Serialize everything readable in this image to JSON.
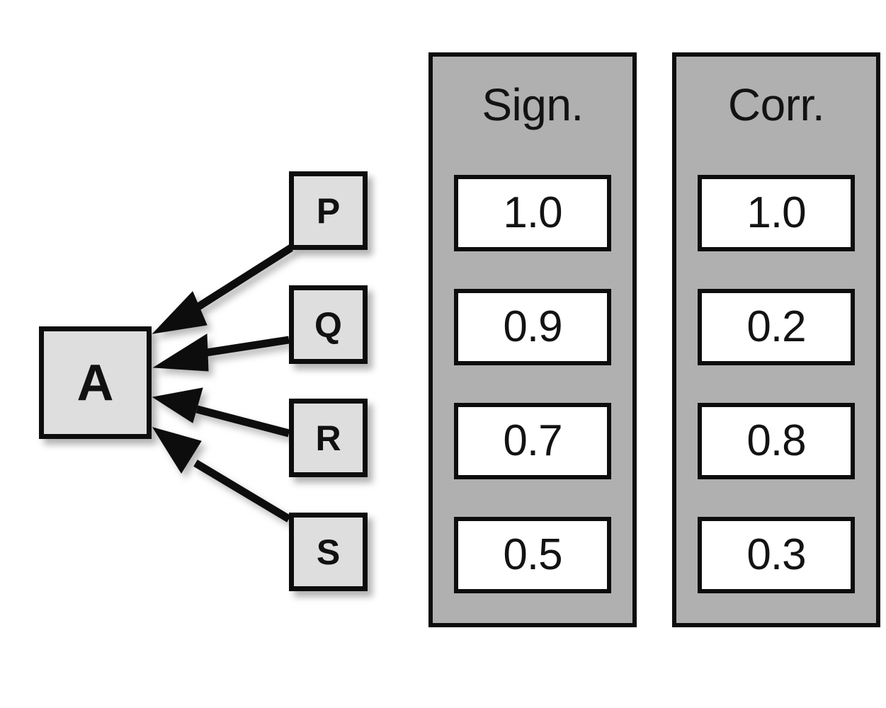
{
  "diagram": {
    "title_hidden": "",
    "target_node": {
      "id": "A",
      "label": "A"
    },
    "source_nodes": [
      {
        "id": "P",
        "label": "P"
      },
      {
        "id": "Q",
        "label": "Q"
      },
      {
        "id": "R",
        "label": "R"
      },
      {
        "id": "S",
        "label": "S"
      }
    ],
    "edges": [
      {
        "from": "P",
        "to": "A",
        "arrow": "to-A"
      },
      {
        "from": "Q",
        "to": "A",
        "arrow": "to-A"
      },
      {
        "from": "R",
        "to": "A",
        "arrow": "to-A"
      },
      {
        "from": "S",
        "to": "A",
        "arrow": "to-A"
      }
    ],
    "panels": [
      {
        "name": "significance",
        "title": "Sign.",
        "values": [
          "1.0",
          "0.9",
          "0.7",
          "0.5"
        ]
      },
      {
        "name": "correlation",
        "title": "Corr.",
        "values": [
          "1.0",
          "0.2",
          "0.8",
          "0.3"
        ]
      }
    ]
  },
  "chart_data": {
    "type": "table",
    "title": "",
    "categories": [
      "P",
      "Q",
      "R",
      "S"
    ],
    "series": [
      {
        "name": "Sign.",
        "values": [
          1.0,
          0.9,
          0.7,
          0.5
        ]
      },
      {
        "name": "Corr.",
        "values": [
          1.0,
          0.2,
          0.8,
          0.3
        ]
      }
    ],
    "xlabel": "",
    "ylabel": "",
    "legend": [
      "Sign.",
      "Corr."
    ]
  },
  "colors": {
    "node_fill": "#dedede",
    "node_border": "#0d0d0d",
    "panel_fill": "#b0b0b0",
    "panel_border": "#0d0d0d",
    "cell_fill": "#ffffff",
    "cell_border": "#0d0d0d",
    "background": "#ffffff",
    "text": "#131313"
  }
}
